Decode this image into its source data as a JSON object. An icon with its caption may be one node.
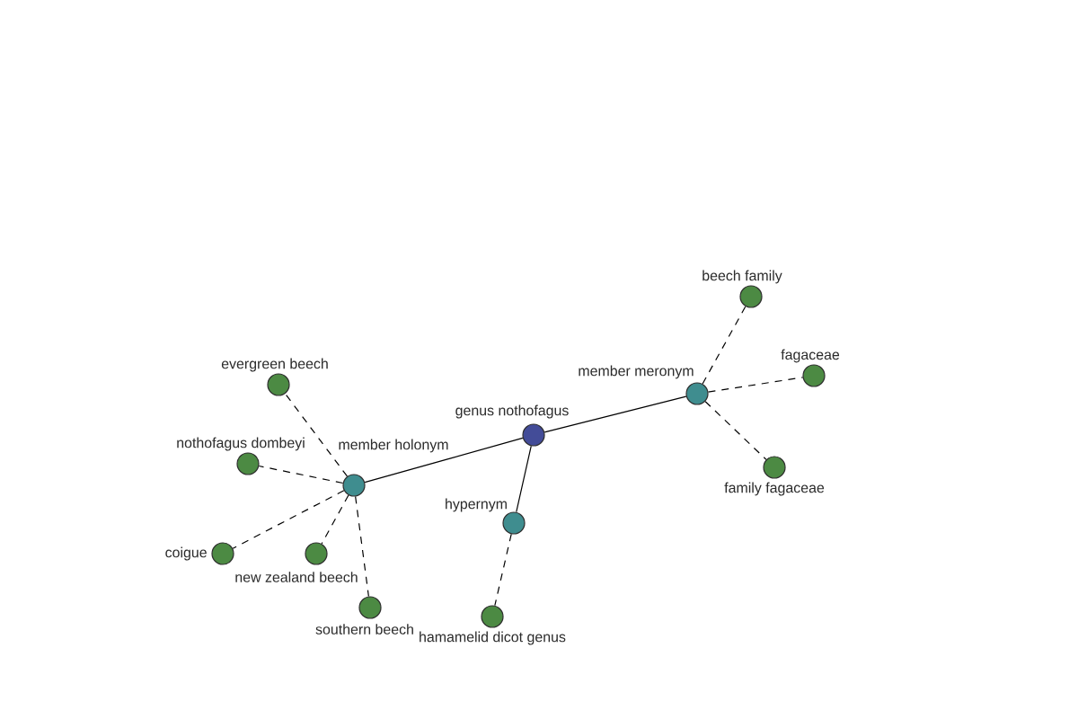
{
  "diagram": {
    "nodes": [
      {
        "text": [
          "genus nothofagus"
        ]
      },
      {
        "text": [
          "member holonym"
        ]
      },
      {
        "text": [
          "member meronym"
        ]
      },
      {
        "text": [
          "hypernym"
        ]
      },
      {
        "text": [
          "evergreen beech"
        ]
      },
      {
        "text": [
          "nothofagus dombeyi"
        ]
      },
      {
        "text": [
          "new zealand beech"
        ]
      },
      {
        "text": [
          "coigue"
        ]
      },
      {
        "text": [
          "southern beech"
        ]
      },
      {
        "text": [
          "hamamelid dicot genus"
        ]
      },
      {
        "text": [
          "beech family"
        ]
      },
      {
        "text": [
          "fagaceae"
        ]
      },
      {
        "text": [
          "family fagaceae"
        ]
      }
    ],
    "edges": [
      {
        "from": 0,
        "to": 1,
        "arrow": "none"
      },
      {
        "from": 0,
        "to": 2,
        "arrow": "none"
      },
      {
        "from": 0,
        "to": 3,
        "arrow": "none"
      },
      {
        "from": 1,
        "to": 4,
        "arrow": "none",
        "style": "dashed"
      },
      {
        "from": 1,
        "to": 5,
        "arrow": "none",
        "style": "dashed"
      },
      {
        "from": 1,
        "to": 6,
        "arrow": "none",
        "style": "dashed"
      },
      {
        "from": 1,
        "to": 7,
        "arrow": "none",
        "style": "dashed"
      },
      {
        "from": 1,
        "to": 8,
        "arrow": "none",
        "style": "dashed"
      },
      {
        "from": 3,
        "to": 9,
        "arrow": "none",
        "style": "dashed"
      },
      {
        "from": 2,
        "to": 10,
        "arrow": "none",
        "style": "dashed"
      },
      {
        "from": 2,
        "to": 11,
        "arrow": "none",
        "style": "dashed"
      },
      {
        "from": 2,
        "to": 12,
        "arrow": "none",
        "style": "dashed"
      }
    ]
  }
}
